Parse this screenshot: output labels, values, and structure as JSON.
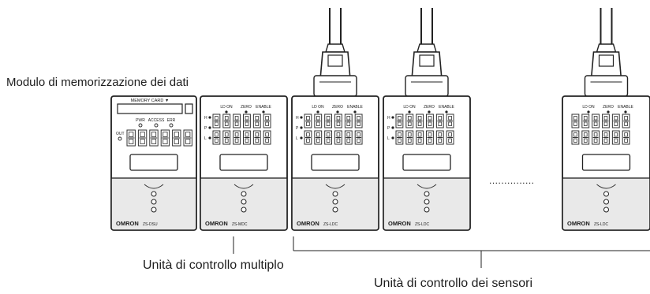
{
  "labels": {
    "data_storage_module": "Modulo di memorizzazione dei dati",
    "multi_controller_unit": "Unità di controllo multiplo",
    "sensor_controller_units": "Unità di controllo dei sensori",
    "continuation": "..............."
  },
  "units": [
    {
      "id": "dsu",
      "brand": "OMRON",
      "model": "ZS-DSU",
      "card_label": "MEMORY CARD ▼",
      "leds": [
        "PWR",
        "ACCESS",
        "ERR"
      ],
      "out_label": "OUT",
      "seven_seg": "888888"
    },
    {
      "id": "mdc",
      "brand": "OMRON",
      "model": "ZS-MDC",
      "top_leds": [
        "LD ON",
        "ZERO",
        "ENABLE"
      ],
      "side_leds": [
        "H",
        "P",
        "L"
      ],
      "seven_seg_rows": [
        "888888",
        "888888"
      ]
    },
    {
      "id": "ldc1",
      "brand": "OMRON",
      "model": "ZS-LDC",
      "top_leds": [
        "LD ON",
        "ZERO",
        "ENABLE"
      ],
      "side_leds": [
        "H",
        "P",
        "L"
      ],
      "seven_seg_rows": [
        "888888",
        "888888"
      ]
    },
    {
      "id": "ldc2",
      "brand": "OMRON",
      "model": "ZS-LDC",
      "top_leds": [
        "LD ON",
        "ZERO",
        "ENABLE"
      ],
      "side_leds": [
        "H",
        "P",
        "L"
      ],
      "seven_seg_rows": [
        "888888",
        "888888"
      ]
    },
    {
      "id": "ldc3",
      "brand": "OMRON",
      "model": "ZS-LDC",
      "top_leds": [
        "LD ON",
        "ZERO",
        "ENABLE"
      ],
      "side_leds": [],
      "seven_seg_rows": [
        "888888",
        "888888"
      ]
    }
  ]
}
